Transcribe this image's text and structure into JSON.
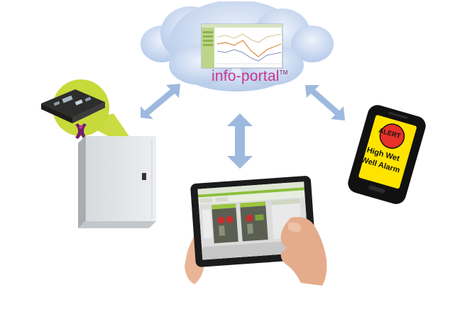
{
  "portal": {
    "brand": "info-portal",
    "trademark": "TM"
  },
  "phone": {
    "badge": "ALERT",
    "line1": "High Wet",
    "line2": "Well Alarm"
  },
  "colors": {
    "cloud": "#c9d8ef",
    "arrow": "#9db9df",
    "brand_purple": "#6f1f6f",
    "callout_green": "#c8d93a",
    "alert_yellow": "#ffe400",
    "alert_red": "#e8312a"
  },
  "icons": {
    "cloud": "cloud-icon",
    "arrow": "double-arrow-icon",
    "cabinet": "control-cabinet-icon",
    "logger": "data-logger-icon",
    "tablet": "tablet-icon",
    "phone": "smartphone-icon"
  }
}
